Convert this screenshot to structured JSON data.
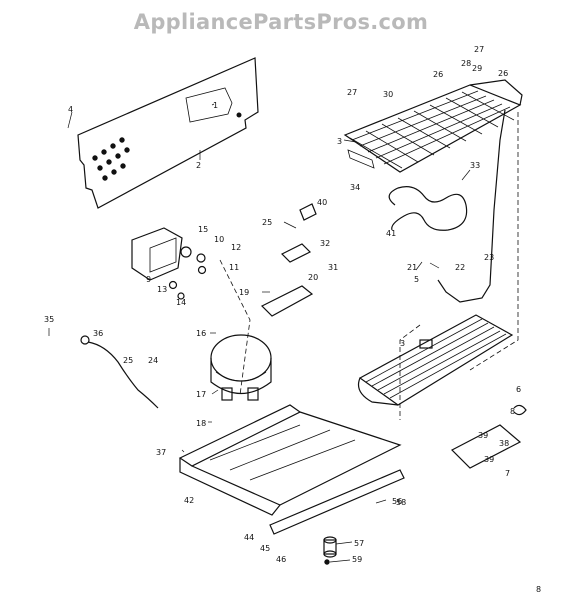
{
  "watermark": "AppliancePartsPros.com",
  "callouts": [
    "1",
    "2",
    "3",
    "3",
    "4",
    "5",
    "6",
    "7",
    "8",
    "9",
    "10",
    "11",
    "12",
    "13",
    "14",
    "15",
    "16",
    "17",
    "18",
    "19",
    "20",
    "21",
    "22",
    "23",
    "24",
    "25",
    "25",
    "26",
    "26",
    "27",
    "27",
    "28",
    "29",
    "30",
    "31",
    "32",
    "33",
    "34",
    "35",
    "36",
    "37",
    "38",
    "39",
    "39",
    "40",
    "41",
    "42",
    "44",
    "45",
    "46",
    "56",
    "57",
    "58",
    "59"
  ],
  "corner_mark": "8"
}
